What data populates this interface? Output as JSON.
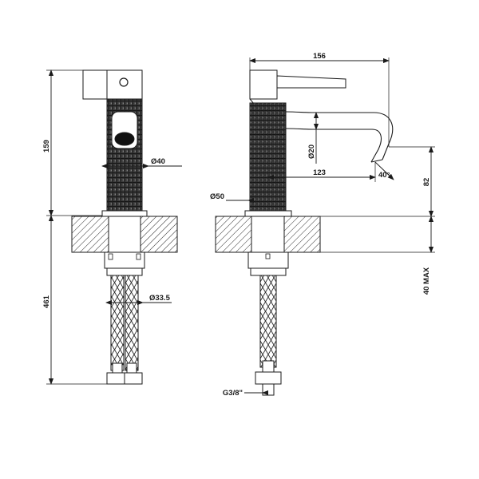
{
  "drawing": {
    "type": "technical-drawing",
    "subject": "single-lever basin mixer faucet",
    "background_color": "#ffffff",
    "line_color": "#1a1a1a",
    "knurl_color": "#3a3a3a",
    "views": [
      {
        "id": "front-view",
        "name": "Front elevation"
      },
      {
        "id": "side-view",
        "name": "Side elevation"
      }
    ]
  },
  "dimensions": {
    "front": [
      {
        "name": "height-above-deck",
        "label": "159",
        "orientation": "vertical"
      },
      {
        "name": "length-below-deck",
        "label": "461",
        "orientation": "vertical"
      },
      {
        "name": "body-diameter",
        "label": "Ø40",
        "orientation": "horizontal"
      },
      {
        "name": "hose-diameter",
        "label": "Ø33.5",
        "orientation": "horizontal"
      }
    ],
    "side": [
      {
        "name": "overall-reach",
        "label": "156",
        "orientation": "horizontal"
      },
      {
        "name": "spout-outlet-dia",
        "label": "Ø20",
        "orientation": "vertical"
      },
      {
        "name": "spout-projection",
        "label": "123",
        "orientation": "horizontal"
      },
      {
        "name": "outlet-angle",
        "label": "40°",
        "orientation": "leader"
      },
      {
        "name": "spout-height",
        "label": "82",
        "orientation": "vertical"
      },
      {
        "name": "base-diameter",
        "label": "Ø50",
        "orientation": "horizontal"
      },
      {
        "name": "max-deck-thickness",
        "label": "40  MAX",
        "orientation": "vertical"
      },
      {
        "name": "supply-thread",
        "label": "G3/8\"",
        "orientation": "horizontal"
      }
    ]
  }
}
